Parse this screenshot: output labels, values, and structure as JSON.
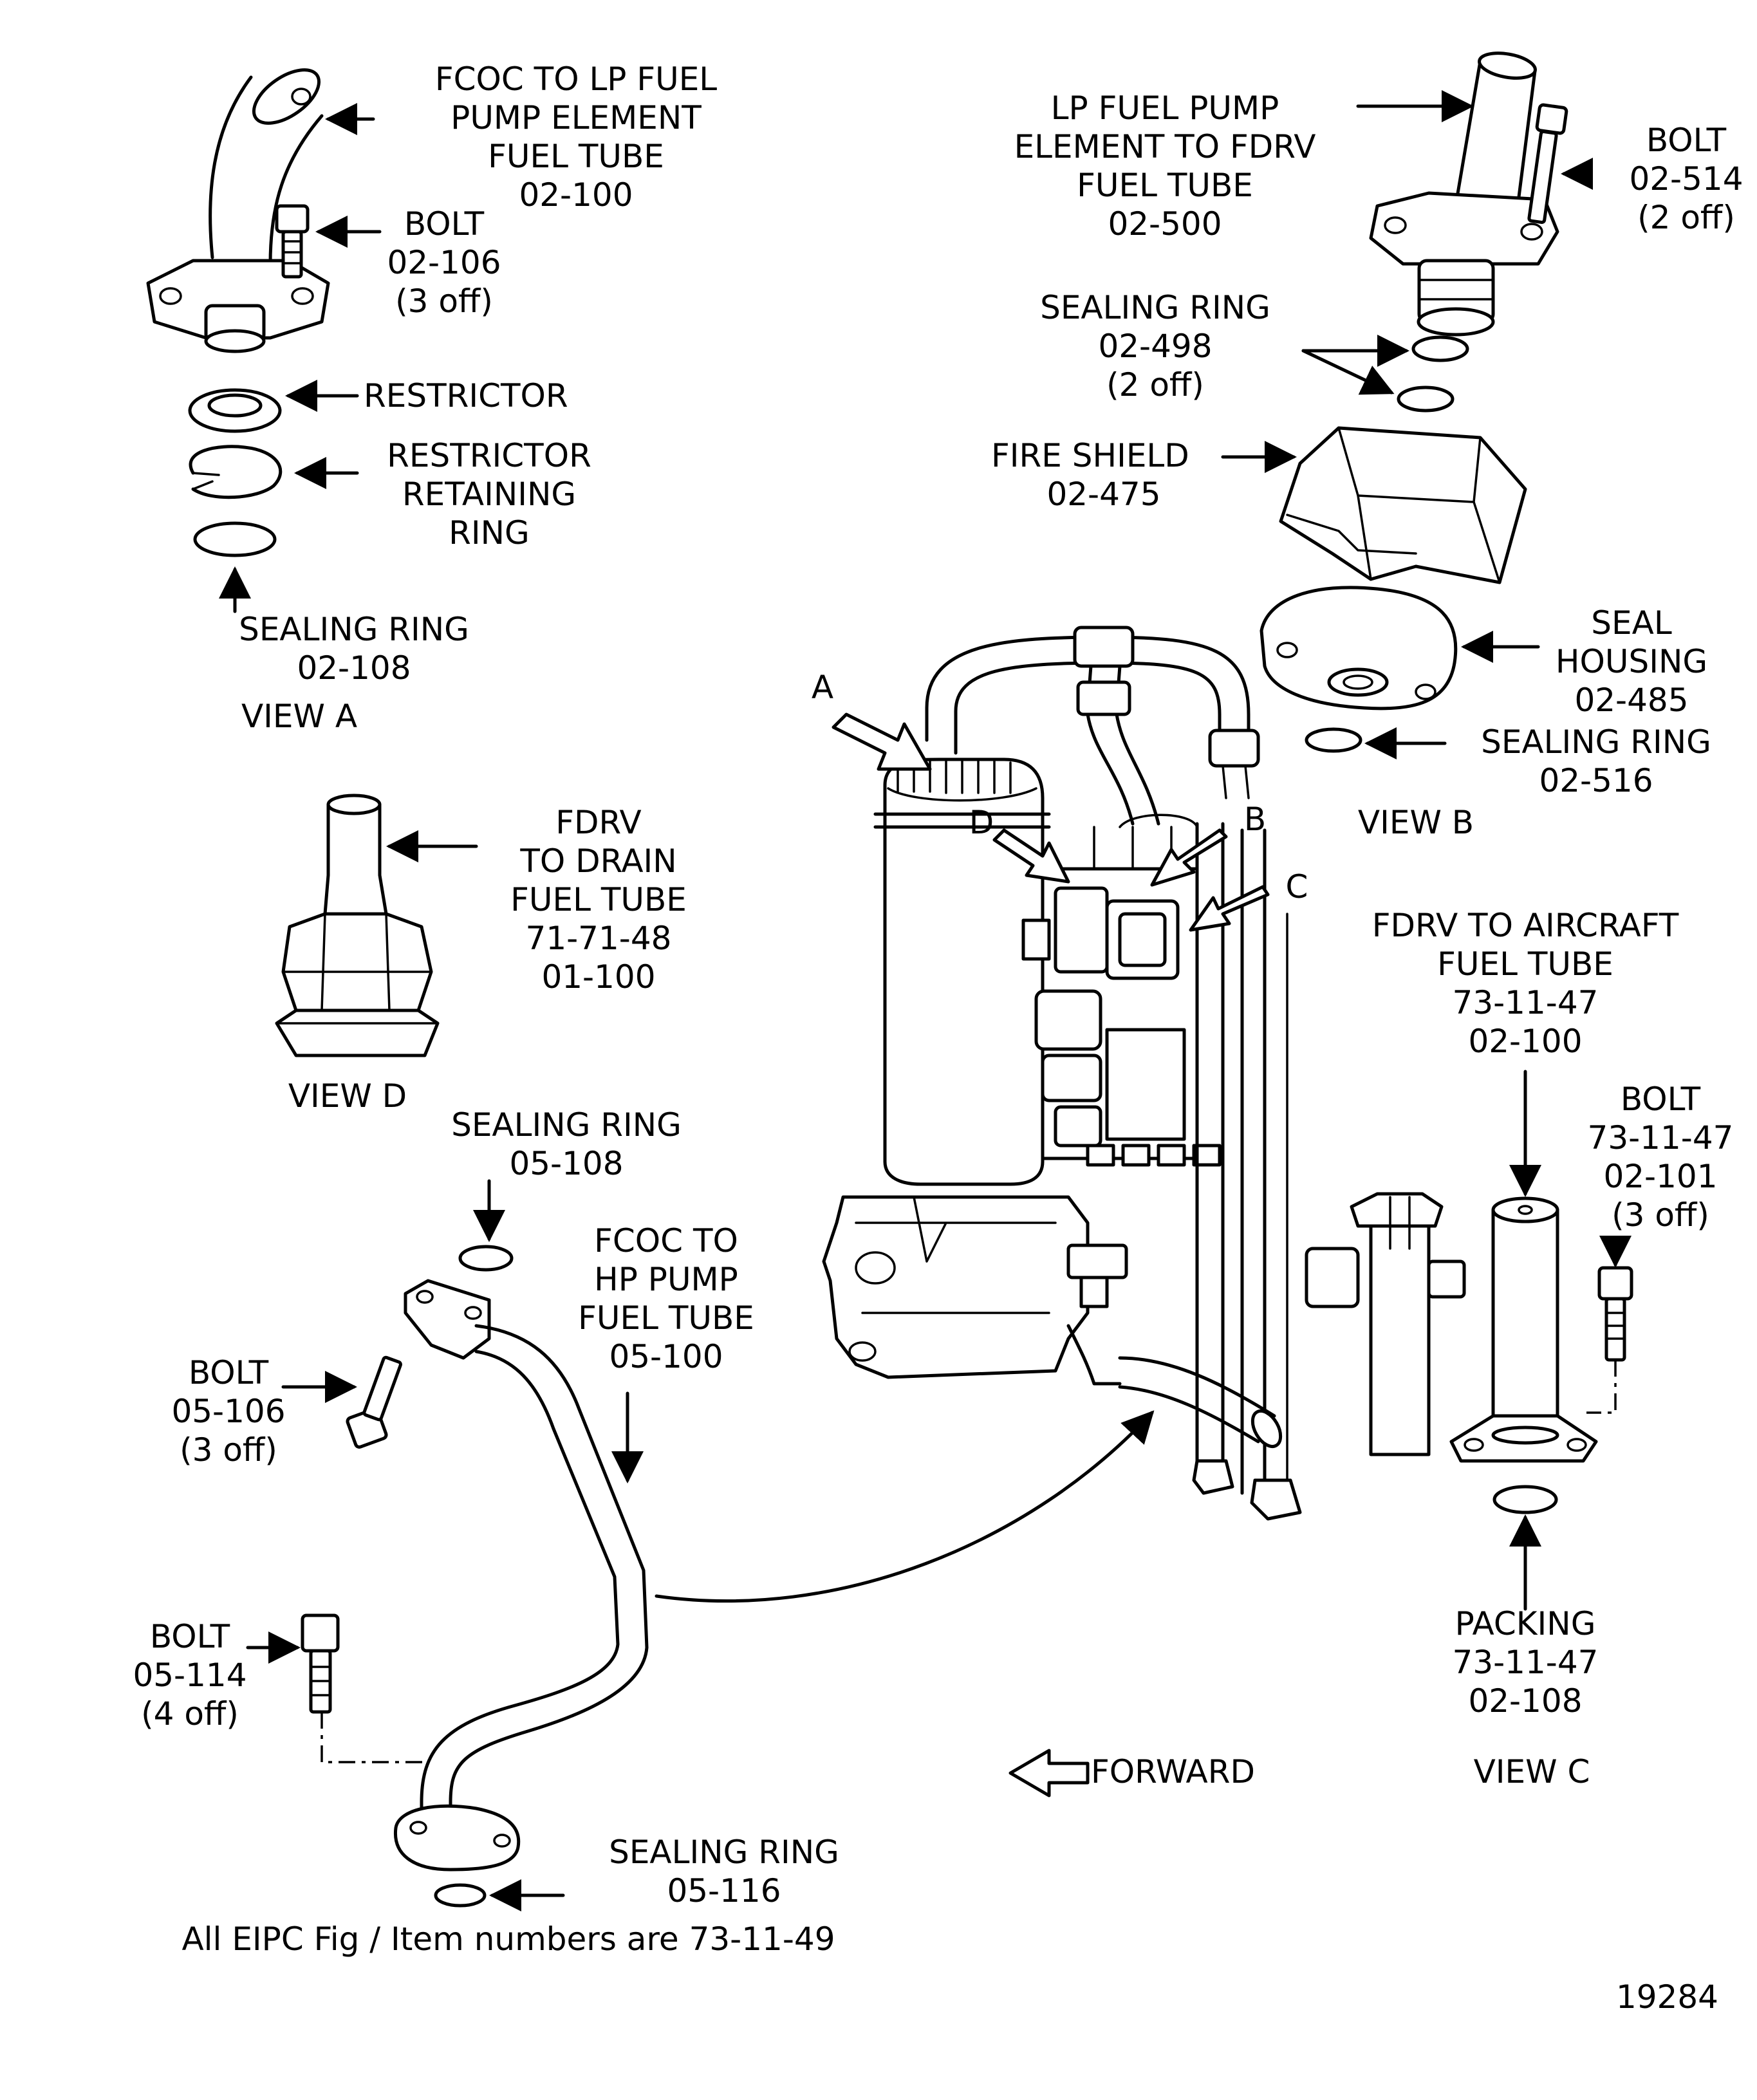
{
  "labels": {
    "fcoc_lp": [
      "FCOC TO LP FUEL",
      "PUMP ELEMENT",
      "FUEL TUBE",
      "02-100"
    ],
    "bolt_02_106": [
      "BOLT",
      "02-106",
      "(3 off)"
    ],
    "restrictor": "RESTRICTOR",
    "restrictor_ring": [
      "RESTRICTOR",
      "RETAINING",
      "RING"
    ],
    "sealing_02_108": [
      "SEALING RING",
      "02-108"
    ],
    "view_a": "VIEW A",
    "lp_fdrv": [
      "LP FUEL PUMP",
      "ELEMENT TO FDRV",
      "FUEL TUBE",
      "02-500"
    ],
    "bolt_02_514": [
      "BOLT",
      "02-514",
      "(2 off)"
    ],
    "sealing_02_498": [
      "SEALING RING",
      "02-498",
      "(2 off)"
    ],
    "fire_shield": [
      "FIRE SHIELD",
      "02-475"
    ],
    "seal_housing": [
      "SEAL",
      "HOUSING",
      "02-485"
    ],
    "sealing_02_516": [
      "SEALING RING",
      "02-516"
    ],
    "view_b": "VIEW B",
    "fdrv_drain": [
      "FDRV",
      "TO DRAIN",
      "FUEL TUBE",
      "71-71-48",
      "01-100"
    ],
    "view_d": "VIEW D",
    "fdrv_aircraft": [
      "FDRV TO AIRCRAFT",
      "FUEL TUBE",
      "73-11-47",
      "02-100"
    ],
    "bolt_73_11_47": [
      "BOLT",
      "73-11-47",
      "02-101",
      "(3 off)"
    ],
    "sealing_05_108": [
      "SEALING RING",
      "05-108"
    ],
    "fcoc_hp": [
      "FCOC TO",
      "HP PUMP",
      "FUEL TUBE",
      "05-100"
    ],
    "bolt_05_106": [
      "BOLT",
      "05-106",
      "(3 off)"
    ],
    "bolt_05_114": [
      "BOLT",
      "05-114",
      "(4 off)"
    ],
    "sealing_05_116": [
      "SEALING RING",
      "05-116"
    ],
    "packing": [
      "PACKING",
      "73-11-47",
      "02-108"
    ],
    "view_c": "VIEW C",
    "forward": "FORWARD",
    "callout_a": "A",
    "callout_b": "B",
    "callout_c": "C",
    "callout_d": "D"
  },
  "footer": {
    "note": "All EIPC Fig / Item numbers are 73-11-49",
    "figure_number": "19284"
  }
}
